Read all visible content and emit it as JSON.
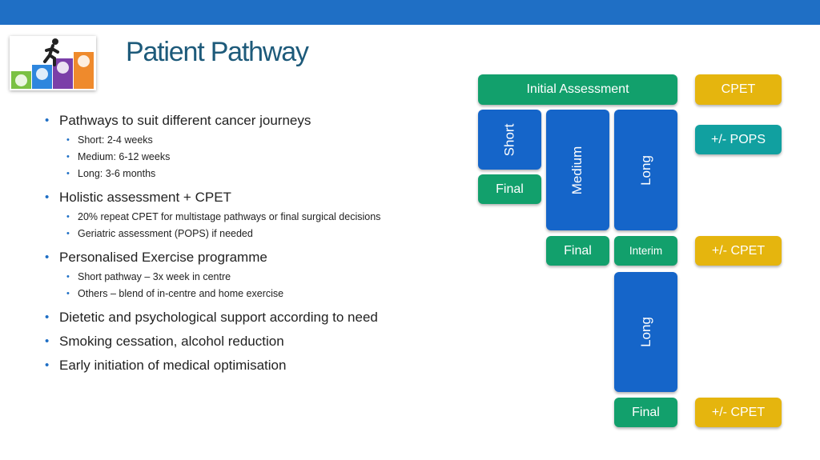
{
  "slide": {
    "title": "Patient Pathway",
    "bullets": [
      {
        "text": "Pathways to suit different cancer journeys",
        "sub": [
          "Short: 2-4 weeks",
          "Medium: 6-12 weeks",
          "Long: 3-6 months"
        ]
      },
      {
        "text": "Holistic assessment + CPET",
        "sub": [
          "20% repeat CPET for multistage pathways or final surgical decisions",
          "Geriatric assessment (POPS) if needed"
        ]
      },
      {
        "text": "Personalised Exercise programme",
        "sub": [
          "Short pathway – 3x week in centre",
          "Others – blend of in-centre and home exercise"
        ]
      },
      {
        "text": "Dietetic and psychological support according to need",
        "sub": []
      },
      {
        "text": "Smoking cessation, alcohol reduction",
        "sub": []
      },
      {
        "text": "Early initiation of medical optimisation",
        "sub": []
      }
    ]
  },
  "diagram": {
    "initial": "Initial Assessment",
    "cpet": "CPET",
    "pops": "+/- POPS",
    "short": "Short",
    "medium": "Medium",
    "long1": "Long",
    "final_short": "Final",
    "final_medium": "Final",
    "interim": "Interim",
    "cpet2": "+/- CPET",
    "long2": "Long",
    "final_long": "Final",
    "cpet3": "+/- CPET"
  },
  "colors": {
    "header_bar": "#1f6fc5",
    "green": "#12a06c",
    "blue": "#1565c9",
    "gold": "#e5b50e",
    "teal": "#11a0a0"
  }
}
